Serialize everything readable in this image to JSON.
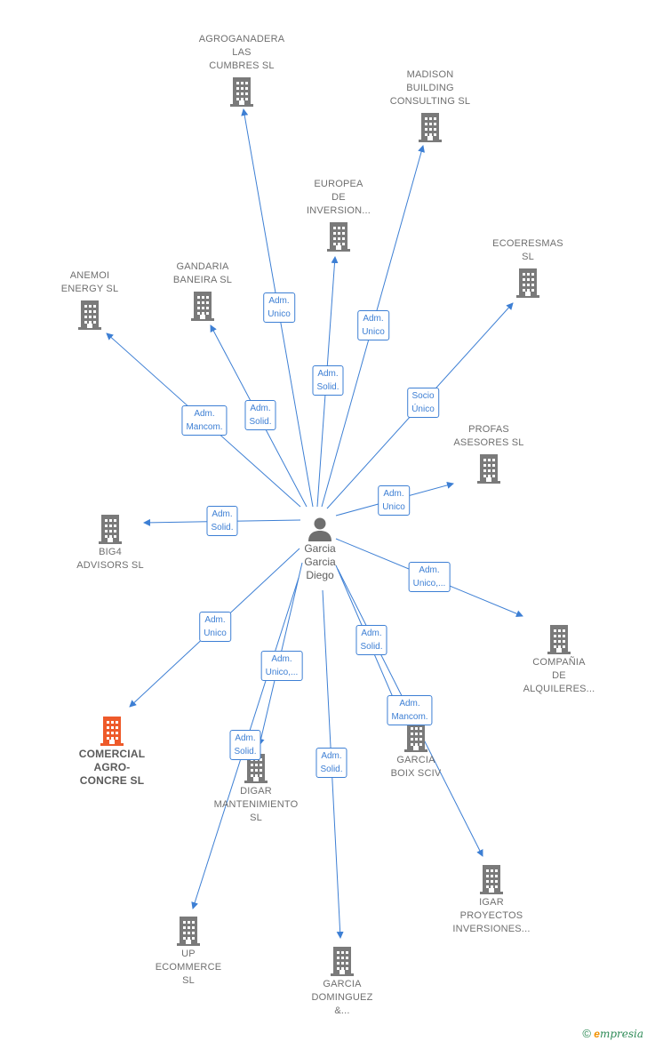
{
  "center": {
    "label": "Garcia\nGarcia\nDiego",
    "icon": "person-icon"
  },
  "colors": {
    "edge": "#3d7fd4",
    "building": "#7a7a7a",
    "highlight": "#ee5a2a"
  },
  "companies": [
    {
      "id": "agroganadera",
      "label": "AGROGANADERA\nLAS\nCUMBRES SL",
      "icon": "building-icon"
    },
    {
      "id": "madison",
      "label": "MADISON\nBUILDING\nCONSULTING SL",
      "icon": "building-icon"
    },
    {
      "id": "europea",
      "label": "EUROPEA\nDE\nINVERSION...",
      "icon": "building-icon"
    },
    {
      "id": "ecoeresmas",
      "label": "ECOERESMAS\nSL",
      "icon": "building-icon"
    },
    {
      "id": "anemoi",
      "label": "ANEMOI\nENERGY  SL",
      "icon": "building-icon"
    },
    {
      "id": "gandaria",
      "label": "GANDARIA\nBANEIRA  SL",
      "icon": "building-icon"
    },
    {
      "id": "profas",
      "label": "PROFAS\nASESORES SL",
      "icon": "building-icon"
    },
    {
      "id": "big4",
      "label": "BIG4\nADVISORS  SL",
      "icon": "building-icon"
    },
    {
      "id": "compania",
      "label": "COMPAÑIA\nDE\nALQUILERES...",
      "icon": "building-icon"
    },
    {
      "id": "comercial",
      "label": "COMERCIAL\nAGRO-\nCONCRE  SL",
      "icon": "building-icon"
    },
    {
      "id": "digar",
      "label": "DIGAR\nMANTENIMIENTO\nSL",
      "icon": "building-icon"
    },
    {
      "id": "garciaboix",
      "label": "GARCIA\nBOIX SCIV",
      "icon": "building-icon"
    },
    {
      "id": "igar",
      "label": "IGAR\nPROYECTOS\nINVERSIONES...",
      "icon": "building-icon"
    },
    {
      "id": "up",
      "label": "UP\nECOMMERCE\nSL",
      "icon": "building-icon"
    },
    {
      "id": "garciadominguez",
      "label": "GARCIA\nDOMINGUEZ\n&...",
      "icon": "building-icon"
    }
  ],
  "relations": [
    {
      "target": "agroganadera",
      "label": "Adm.\nUnico"
    },
    {
      "target": "madison",
      "label": "Adm.\nUnico"
    },
    {
      "target": "europea",
      "label": "Adm.\nSolid."
    },
    {
      "target": "ecoeresmas",
      "label": "Socio\nÚnico"
    },
    {
      "target": "anemoi",
      "label": "Adm.\nMancom."
    },
    {
      "target": "gandaria",
      "label": "Adm.\nSolid."
    },
    {
      "target": "profas",
      "label": "Adm.\nUnico"
    },
    {
      "target": "big4",
      "label": "Adm.\nSolid."
    },
    {
      "target": "compania",
      "label": "Adm.\nUnico,..."
    },
    {
      "target": "comercial",
      "label": "Adm.\nUnico"
    },
    {
      "target": "digar",
      "label": "Adm.\nUnico,..."
    },
    {
      "target": "up",
      "label": "Adm.\nSolid."
    },
    {
      "target": "garciaboix",
      "label": "Adm.\nSolid."
    },
    {
      "target": "igar",
      "label": "Adm.\nMancom."
    },
    {
      "target": "garciadominguez",
      "label": "Adm.\nSolid."
    }
  ],
  "footer": {
    "copyright": "©",
    "brand_initial": "e",
    "brand_rest": "mpresia"
  }
}
